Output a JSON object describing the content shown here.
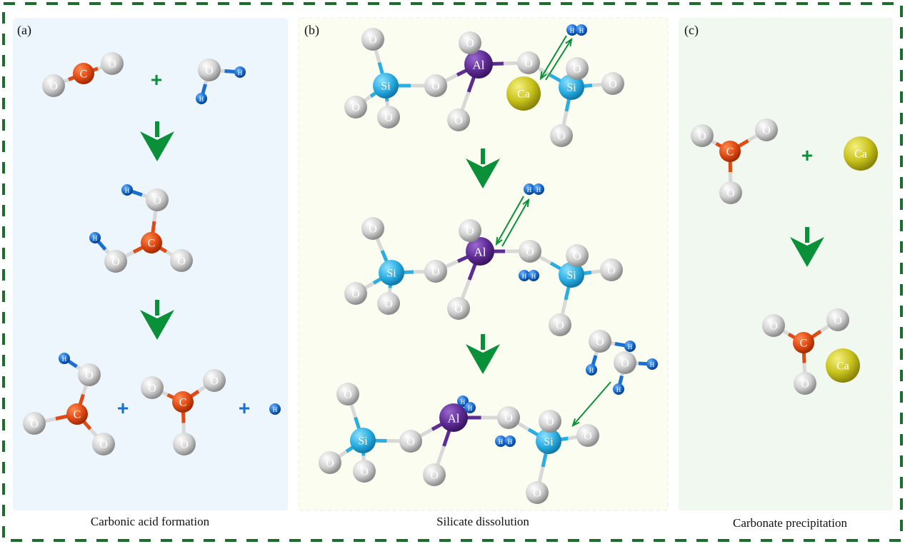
{
  "panels": {
    "a": {
      "label": "(a)",
      "caption": "Carbonic acid formation",
      "background": "#eef6fd"
    },
    "b": {
      "label": "(b)",
      "caption": "Silicate dissolution",
      "background": "#fcfdf1"
    },
    "c": {
      "label": "(c)",
      "caption": "Carbonate precipitation",
      "background": "#f0f8f0"
    }
  },
  "elements": {
    "O": "O",
    "C": "C",
    "H": "H",
    "Si": "Si",
    "Al": "Al",
    "Ca": "Ca"
  },
  "symbols": {
    "plus": "+"
  },
  "colors": {
    "border": "#1c6e2f",
    "arrow": "#0a9038",
    "plus_green": "#0a9038",
    "plus_blue": "#1a6fd0",
    "O": "#cfcfcf",
    "C": "#e04a14",
    "H": "#1a6fd0",
    "Si": "#2aaee2",
    "Al": "#5e2c95",
    "Ca": "#c8c21c"
  }
}
